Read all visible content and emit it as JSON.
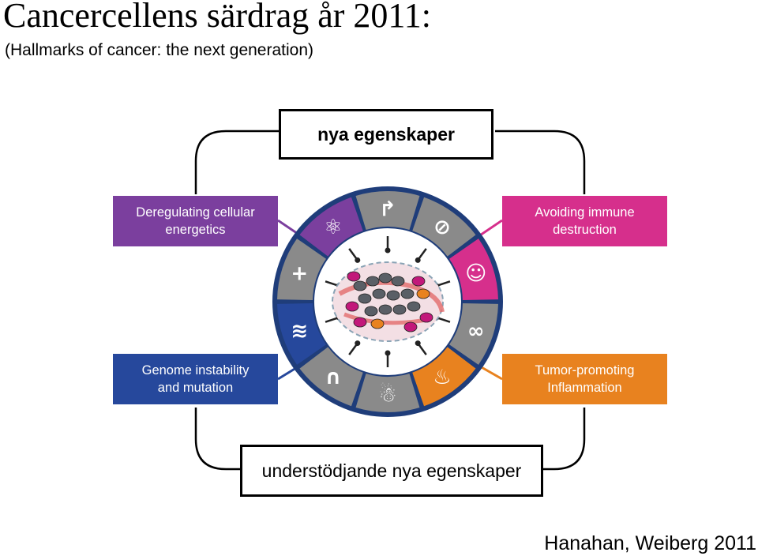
{
  "header": {
    "title": "Cancercellens särdrag år 2011:",
    "subtitle": "(Hallmarks of cancer: the next generation)"
  },
  "diagram": {
    "top_label": "nya egenskaper",
    "bottom_label": "understödjande nya egenskaper",
    "hallmarks": [
      {
        "label": "Deregulating cellular\nenergetics",
        "color": "#7b3f9e"
      },
      {
        "label": "Avoiding immune\ndestruction",
        "color": "#d62f8c"
      },
      {
        "label": "Genome instability\nand mutation",
        "color": "#26489c"
      },
      {
        "label": "Tumor-promoting\nInflammation",
        "color": "#e8821f"
      }
    ],
    "wheel_icons": [
      "proliferation-arrow-icon",
      "growth-suppressor-icon",
      "immune-cell-icon",
      "infinity-icon",
      "flame-icon",
      "ghost-icon",
      "tombstone-icon",
      "dna-icon",
      "plus-icon",
      "atom-icon"
    ]
  },
  "credit": "Hanahan, Weiberg 2011"
}
